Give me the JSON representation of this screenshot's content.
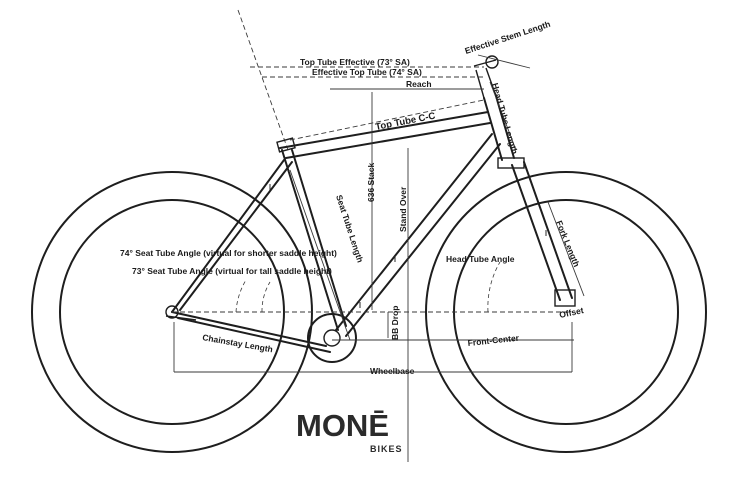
{
  "labels": {
    "top_tube_effective_73": "Top Tube Effective (73° SA)",
    "effective_top_tube_74": "Effective Top Tube (74° SA)",
    "reach": "Reach",
    "effective_stem_length": "Effective Stem Length",
    "head_tube_length": "Head Tube Length",
    "top_tube_cc": "Top Tube C-C",
    "stack": "636 Stack",
    "stand_over": "Stand Over",
    "seat_tube_length": "Seat Tube Length",
    "seat_tube_angle_74": "74° Seat Tube Angle (virtual for shorter saddle height)",
    "seat_tube_angle_73": "73° Seat Tube Angle (virtual for tall saddle height)",
    "head_tube_angle": "Head Tube Angle",
    "fork_length": "Fork Length",
    "offset": "Offset",
    "bb_drop": "BB Drop",
    "chainstay_length": "Chainstay Length",
    "front_center": "Front-Center",
    "wheelbase": "Wheelbase"
  },
  "brand": {
    "name": "MONĒ",
    "subtitle": "BIKES"
  },
  "colors": {
    "line": "#1e1e1e",
    "dimension": "#3a3a3a",
    "background": "#ffffff"
  }
}
